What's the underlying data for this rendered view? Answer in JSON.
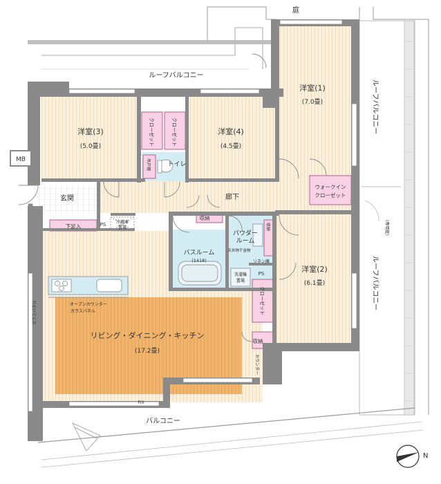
{
  "colors": {
    "wall": "#8a8a8a",
    "floor_room": "#fbf0dc",
    "floor_grain": "#efdcbc",
    "ldk_rug": "#f0b46c",
    "closet": "#f8d2e4",
    "wet_area": "#d4ecf3",
    "outline": "#a8a8a8",
    "text": "#333333"
  },
  "labels": {
    "garden": "庭",
    "roof_balcony_top": "ルーフバルコニー",
    "roof_balcony_right_1": "ルーフバルコニー",
    "roof_balcony_right_2": "ルーフバルコニー",
    "balcony": "バルコニー",
    "room1_name": "洋室(1)",
    "room1_size": "(7.0畳)",
    "room2_name": "洋室(2)",
    "room2_size": "(6.1畳)",
    "room3_name": "洋室(3)",
    "room3_size": "(5.0畳)",
    "room4_name": "洋室(4)",
    "room4_size": "(4.5畳)",
    "closet": "クローゼット",
    "walkin_closet_1": "ウォークイン",
    "walkin_closet_2": "クローゼット",
    "toilet": "トイレ",
    "toilet_storage": "吊戸棚",
    "mb": "MB",
    "entrance": "玄関",
    "shoe_box": "下足入",
    "ps": "PS",
    "fridge_1": "冷蔵庫",
    "fridge_2": "置場",
    "corridor": "廊下",
    "storage": "収納",
    "bathroom": "バスルーム",
    "bathroom_size": "(1418)",
    "powder_room_1": "パウダー",
    "powder_room_2": "ルーム",
    "ceiling_dryer": "天井物干金物",
    "washer_1": "洗濯機",
    "washer_2": "置場",
    "linen": "リネン庫",
    "open_counter": "オープンカウンター",
    "glass_panel": "ガラスパネル",
    "ldk_name": "リビング・ダイニング・キッチン",
    "ldk_size": "(17.2畳)",
    "counter": "カウンター",
    "fix": "FIX",
    "sunken_side": "(専用庭)",
    "left_glass": "ガラスパネル"
  }
}
